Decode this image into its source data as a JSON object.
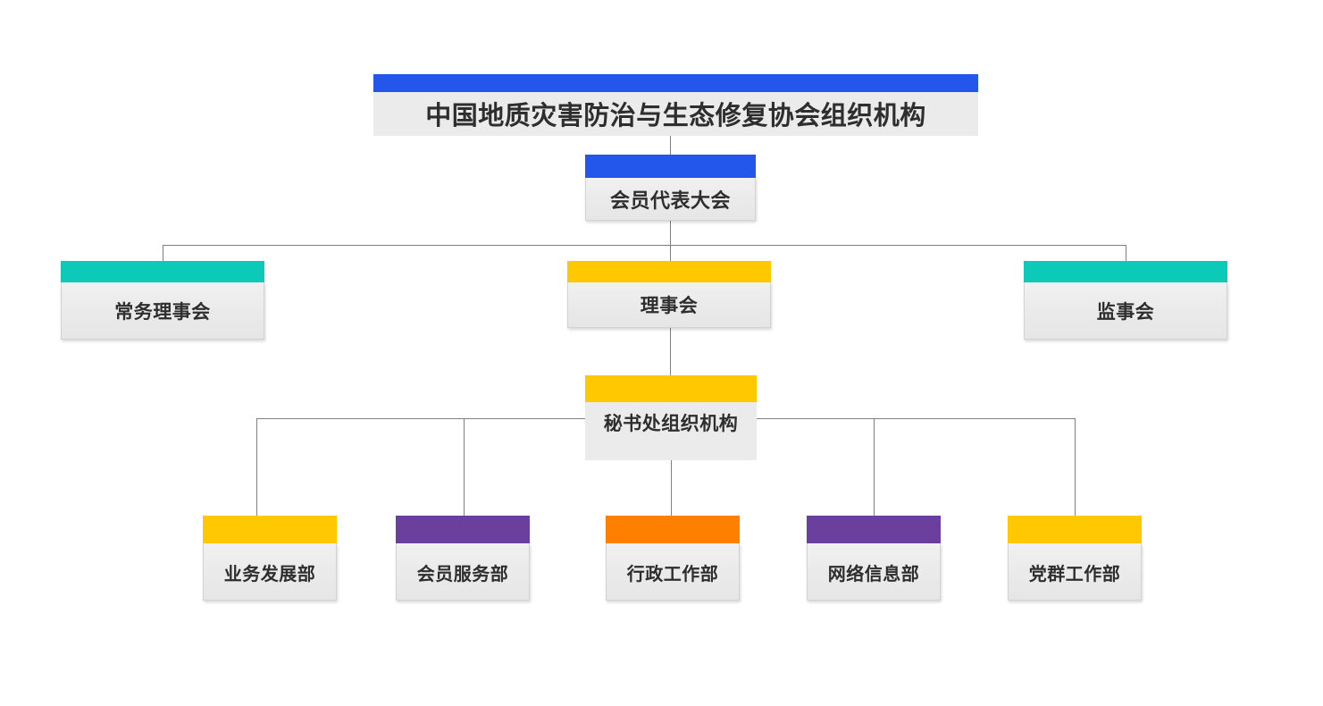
{
  "chart_title": "中国地质灾害防治与生态修复协会组织机构",
  "palette": {
    "blue": "#2456eb",
    "teal": "#0dc9b7",
    "yellow": "#ffc800",
    "purple": "#6b3f9e",
    "orange": "#ff8000",
    "body_gray": "#ebebeb",
    "line_gray": "#7f7f7f",
    "text": "#2e2e2e"
  },
  "nodes": {
    "root": {
      "label": "中国地质灾害防治与生态修复协会组织机构",
      "color": "#2456eb"
    },
    "assembly": {
      "label": "会员代表大会",
      "color": "#2456eb"
    },
    "standing_council": {
      "label": "常务理事会",
      "color": "#0dc9b7"
    },
    "council": {
      "label": "理事会",
      "color": "#ffc800"
    },
    "supervisory": {
      "label": "监事会",
      "color": "#0dc9b7"
    },
    "secretariat": {
      "label": "秘书处组织机构",
      "color": "#ffc800"
    },
    "departments": [
      {
        "label": "业务发展部",
        "color": "#ffc800"
      },
      {
        "label": "会员服务部",
        "color": "#6b3f9e"
      },
      {
        "label": "行政工作部",
        "color": "#ff8000"
      },
      {
        "label": "网络信息部",
        "color": "#6b3f9e"
      },
      {
        "label": "党群工作部",
        "color": "#ffc800"
      }
    ]
  }
}
